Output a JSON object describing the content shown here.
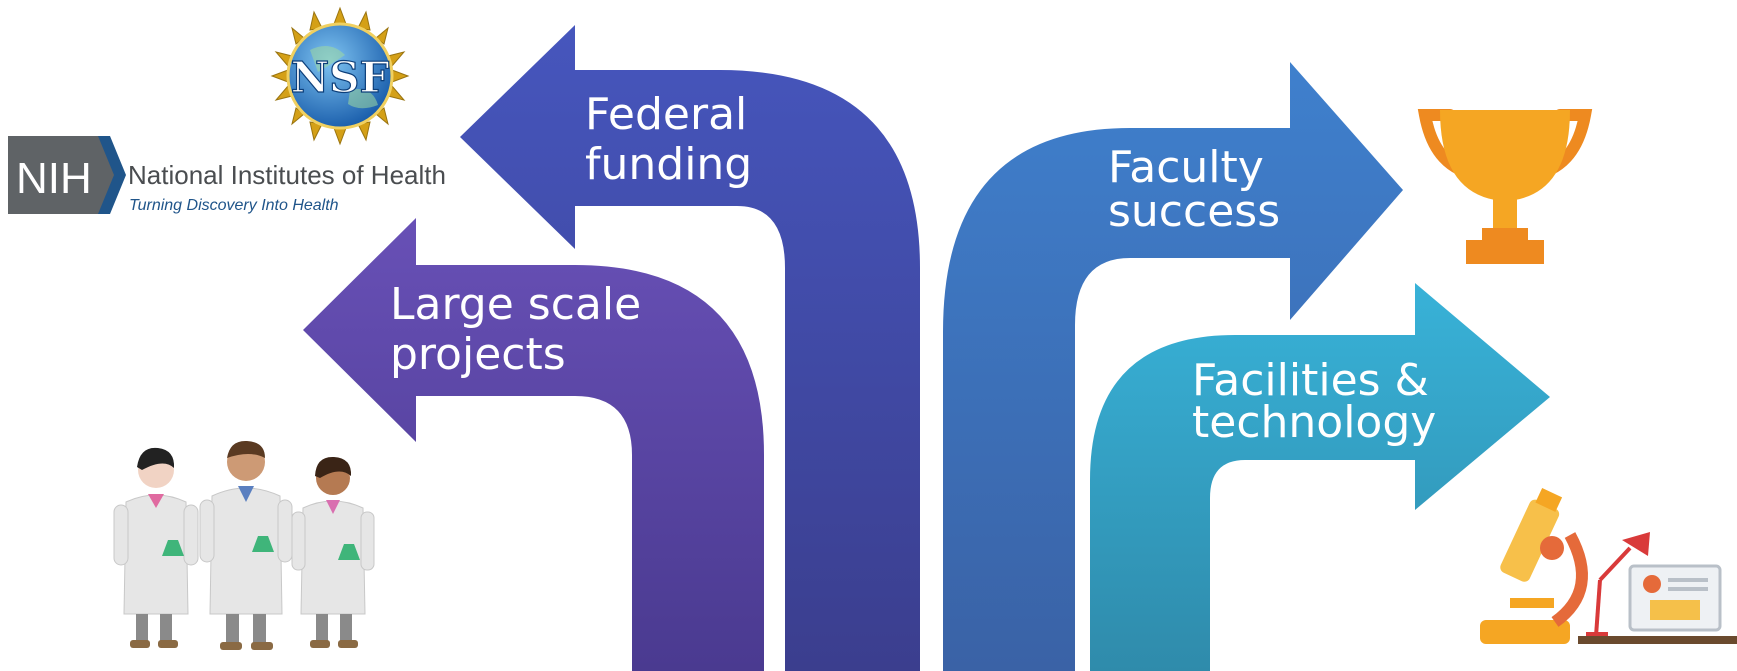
{
  "arrows": {
    "federal_funding": {
      "label": "Federal\nfunding",
      "direction": "left"
    },
    "large_scale": {
      "label": "Large scale\nprojects",
      "direction": "left"
    },
    "faculty_success": {
      "label": "Faculty\nsuccess",
      "direction": "right"
    },
    "facilities": {
      "label": "Facilities &\ntechnology",
      "direction": "right"
    }
  },
  "logos": {
    "nsf": {
      "text": "NSF"
    },
    "nih": {
      "badge": "NIH",
      "name": "National Institutes of Health",
      "tagline": "Turning Discovery Into Health"
    }
  },
  "icons": [
    "trophy-icon",
    "scientists-illustration",
    "lab-equipment-illustration"
  ],
  "colors": {
    "federal_top": "#4656bd",
    "federal_bottom": "#3b3e8e",
    "large_top": "#6850b6",
    "large_bottom": "#4a3a90",
    "faculty_top": "#3f80cd",
    "faculty_bottom": "#3a62a6",
    "facilities_top": "#38b2d8",
    "facilities_bottom": "#2f8bab",
    "trophy": "#f5a623",
    "nih_blue": "#20558a"
  }
}
